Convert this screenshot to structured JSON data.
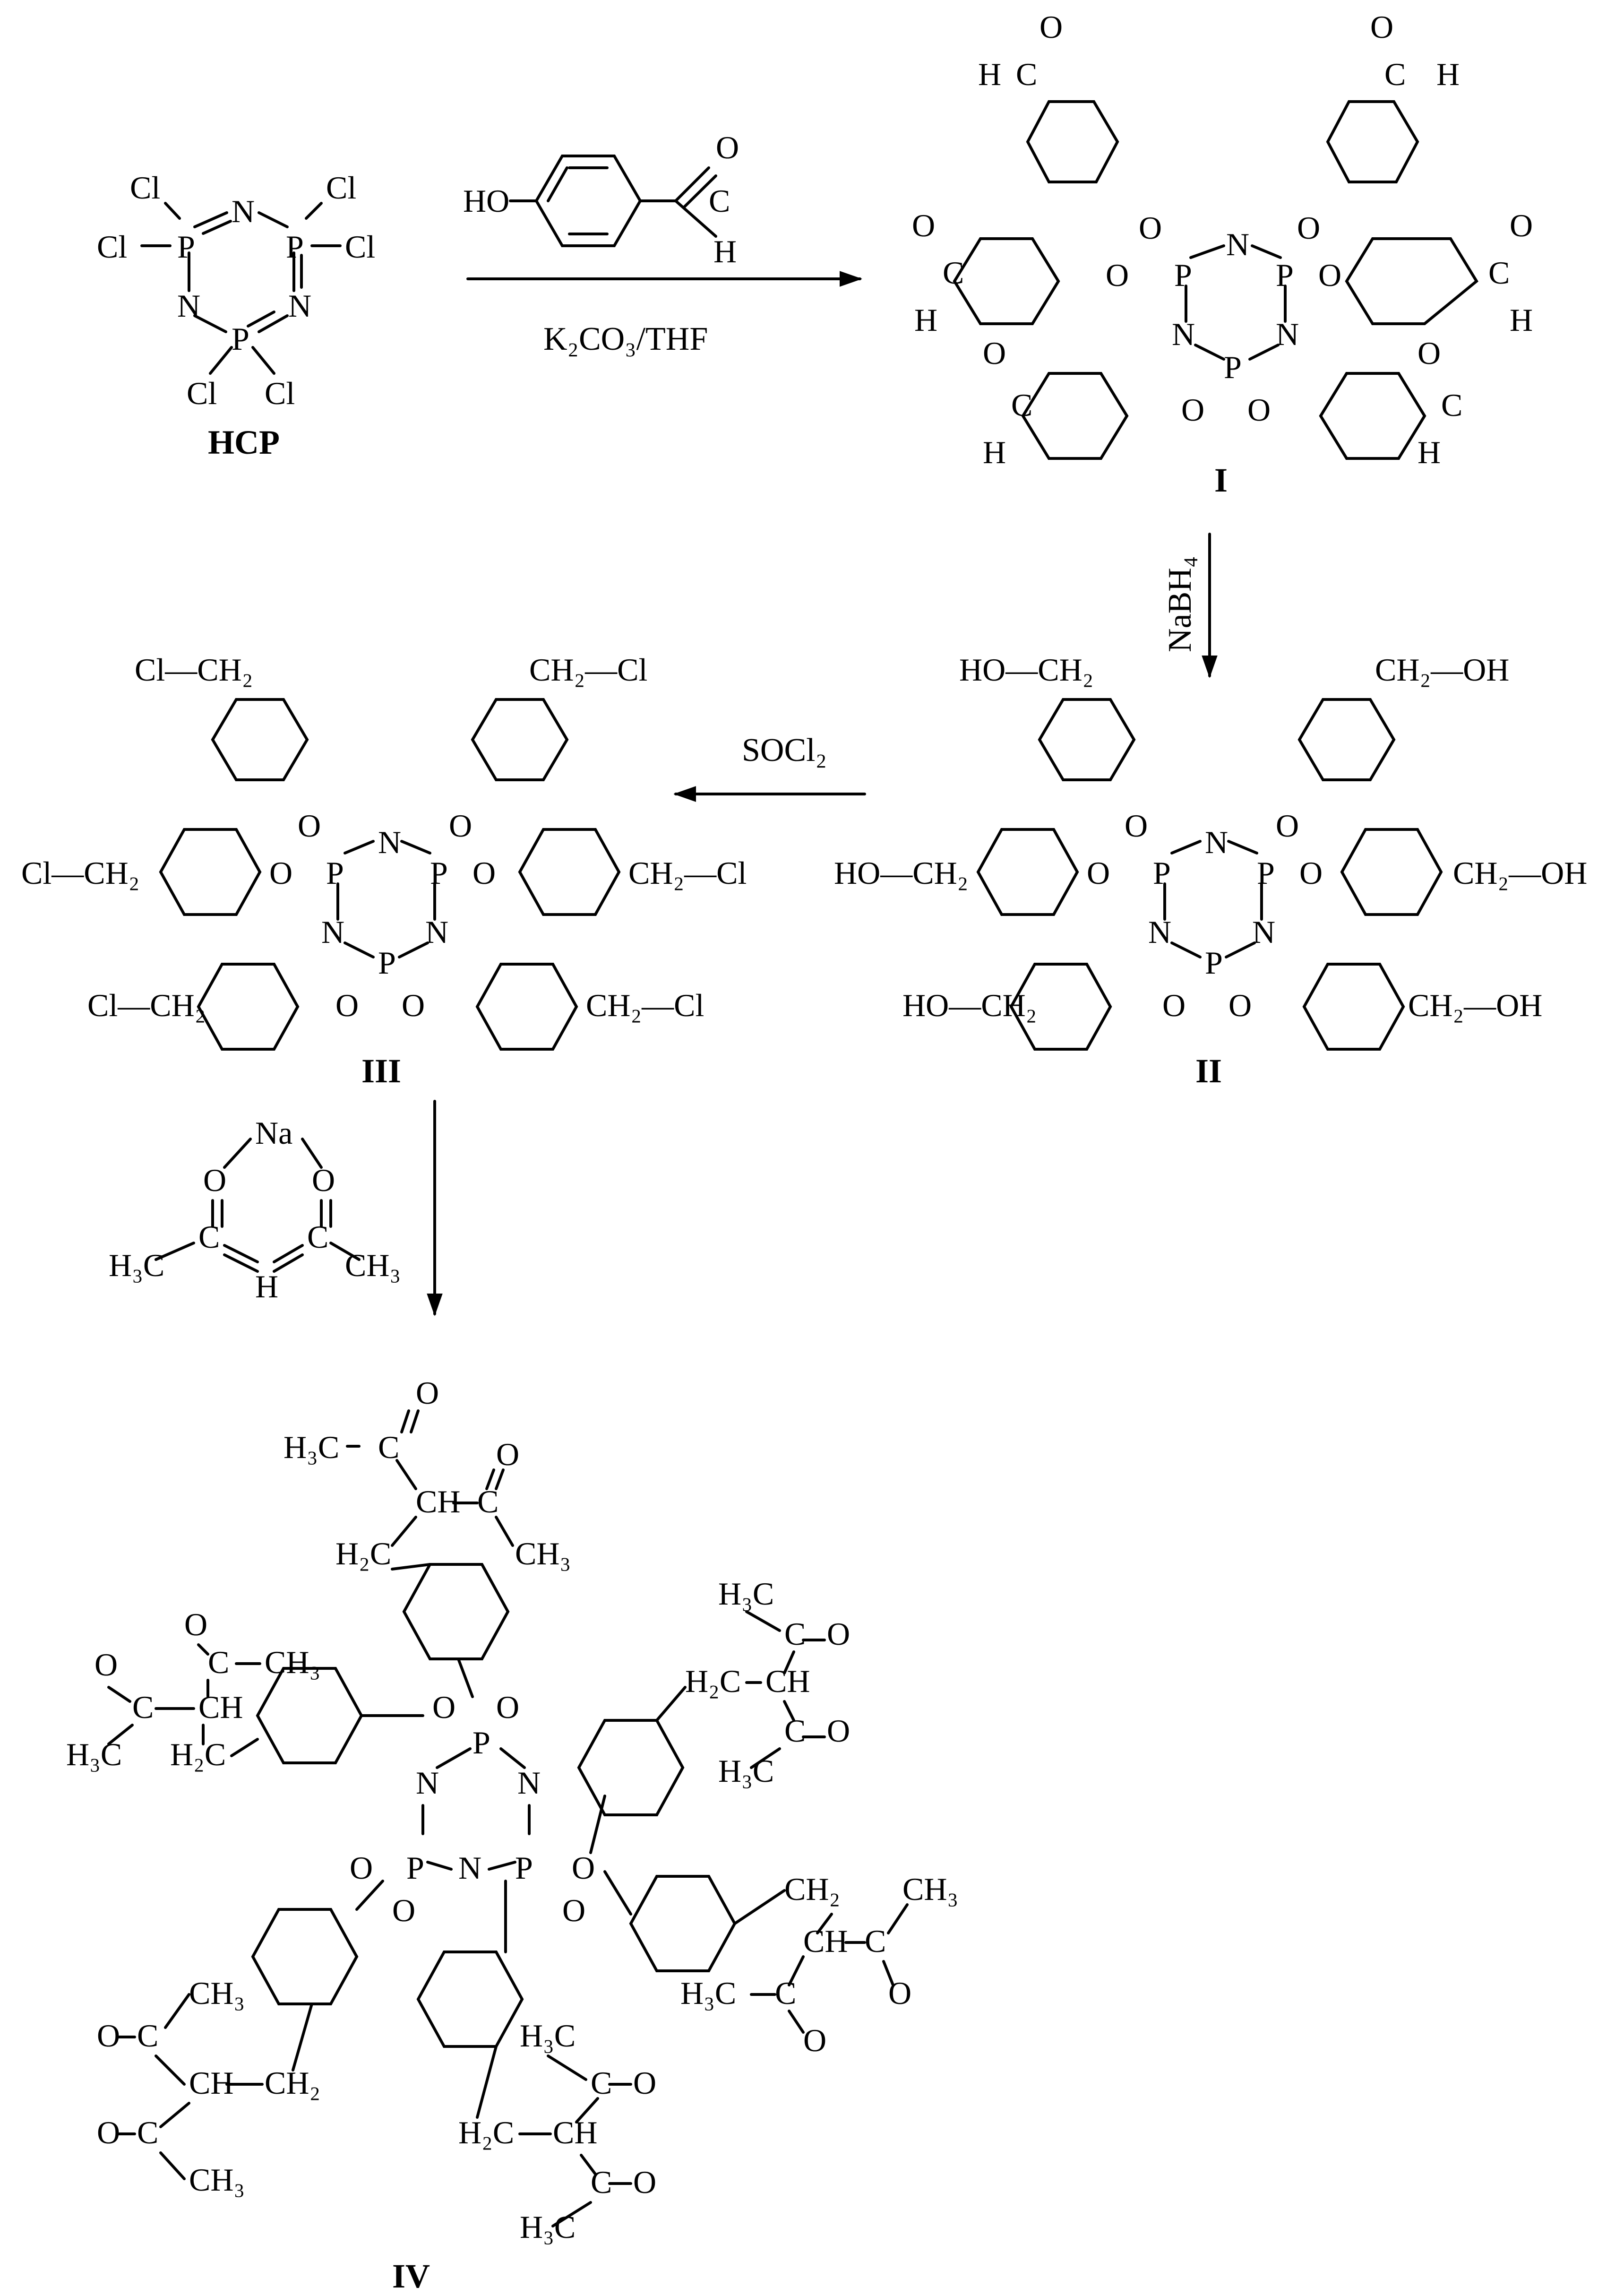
{
  "compounds": [
    {
      "label": "HCP"
    },
    {
      "label": "I"
    },
    {
      "label": "II"
    },
    {
      "label": "III"
    },
    {
      "label": "IV"
    }
  ],
  "reagents": {
    "step1_top": "HO",
    "step1_bottom": "K₂CO₃/THF",
    "step2": "NaBH₄",
    "step3": "SOCl₂"
  },
  "atoms": {
    "P": "P",
    "N": "N",
    "O": "O",
    "Cl": "Cl",
    "H": "H",
    "C": "C",
    "Na": "Na",
    "CH": "CH",
    "CH3": "CH₃",
    "H3C": "H₃C",
    "CH2": "CH₂",
    "H2C": "H₂C",
    "CHO_H": "H",
    "HO-CH2": "HO—CH₂",
    "CH2-OH": "CH₂—OH",
    "Cl-CH2": "Cl—CH₂",
    "CH2-Cl": "CH₂—Cl"
  },
  "substituents": {
    "II": {
      "top_left": "HO—CH₂",
      "top_right": "CH₂—OH",
      "mid_left": "HO—CH₂",
      "mid_right": "CH₂—OH",
      "bottom_left": "HO—CH₂",
      "bottom_right": "CH₂—OH"
    },
    "III": {
      "top_left": "Cl—CH₂",
      "top_right": "CH₂—Cl",
      "mid_left": "Cl—CH₂",
      "mid_right": "CH₂—Cl",
      "bottom_left": "Cl—CH₂",
      "bottom_right": "CH₂—Cl"
    }
  }
}
